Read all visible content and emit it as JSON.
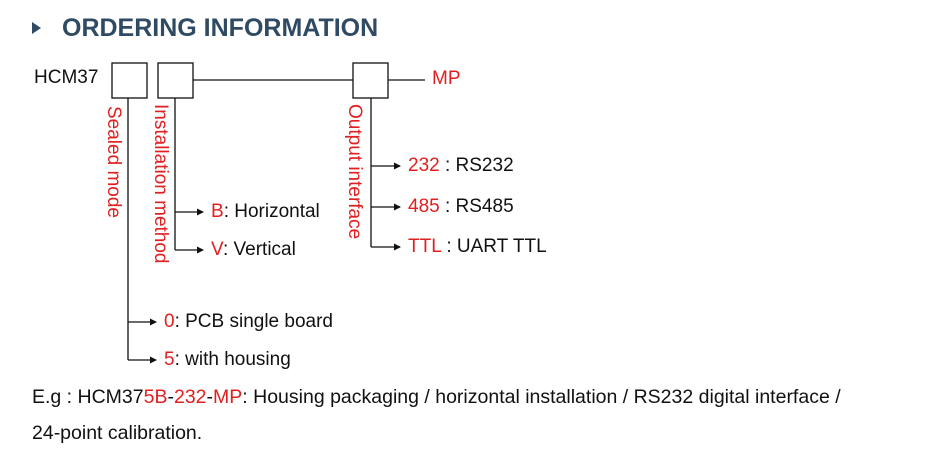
{
  "header": {
    "title": "ORDERING INFORMATION",
    "icon": "triangle-right-icon"
  },
  "model": {
    "prefix": "HCM37",
    "suffix": "MP"
  },
  "fields": {
    "sealed": "Sealed mode",
    "install": "Installation method",
    "output": "Output interface"
  },
  "install_options": [
    {
      "code": "B",
      "desc": ": Horizontal"
    },
    {
      "code": "V",
      "desc": ": Vertical"
    }
  ],
  "output_options": [
    {
      "code": "232",
      "desc": " : RS232"
    },
    {
      "code": "485",
      "desc": " : RS485"
    },
    {
      "code": "TTL",
      "desc": " : UART TTL"
    }
  ],
  "sealed_options": [
    {
      "code": "0",
      "desc": ": PCB single board"
    },
    {
      "code": "5",
      "desc": ": with housing"
    }
  ],
  "example": {
    "prefix": "E.g : HCM37",
    "code1": "5B",
    "dash1": "-",
    "code2": "232",
    "dash2": "-",
    "code3": "MP",
    "rest": ": Housing packaging / horizontal installation / RS232 digital interface /",
    "line2": "24-point calibration."
  },
  "colors": {
    "title": "#2f4a63",
    "accent": "#e02020",
    "text": "#111111"
  }
}
